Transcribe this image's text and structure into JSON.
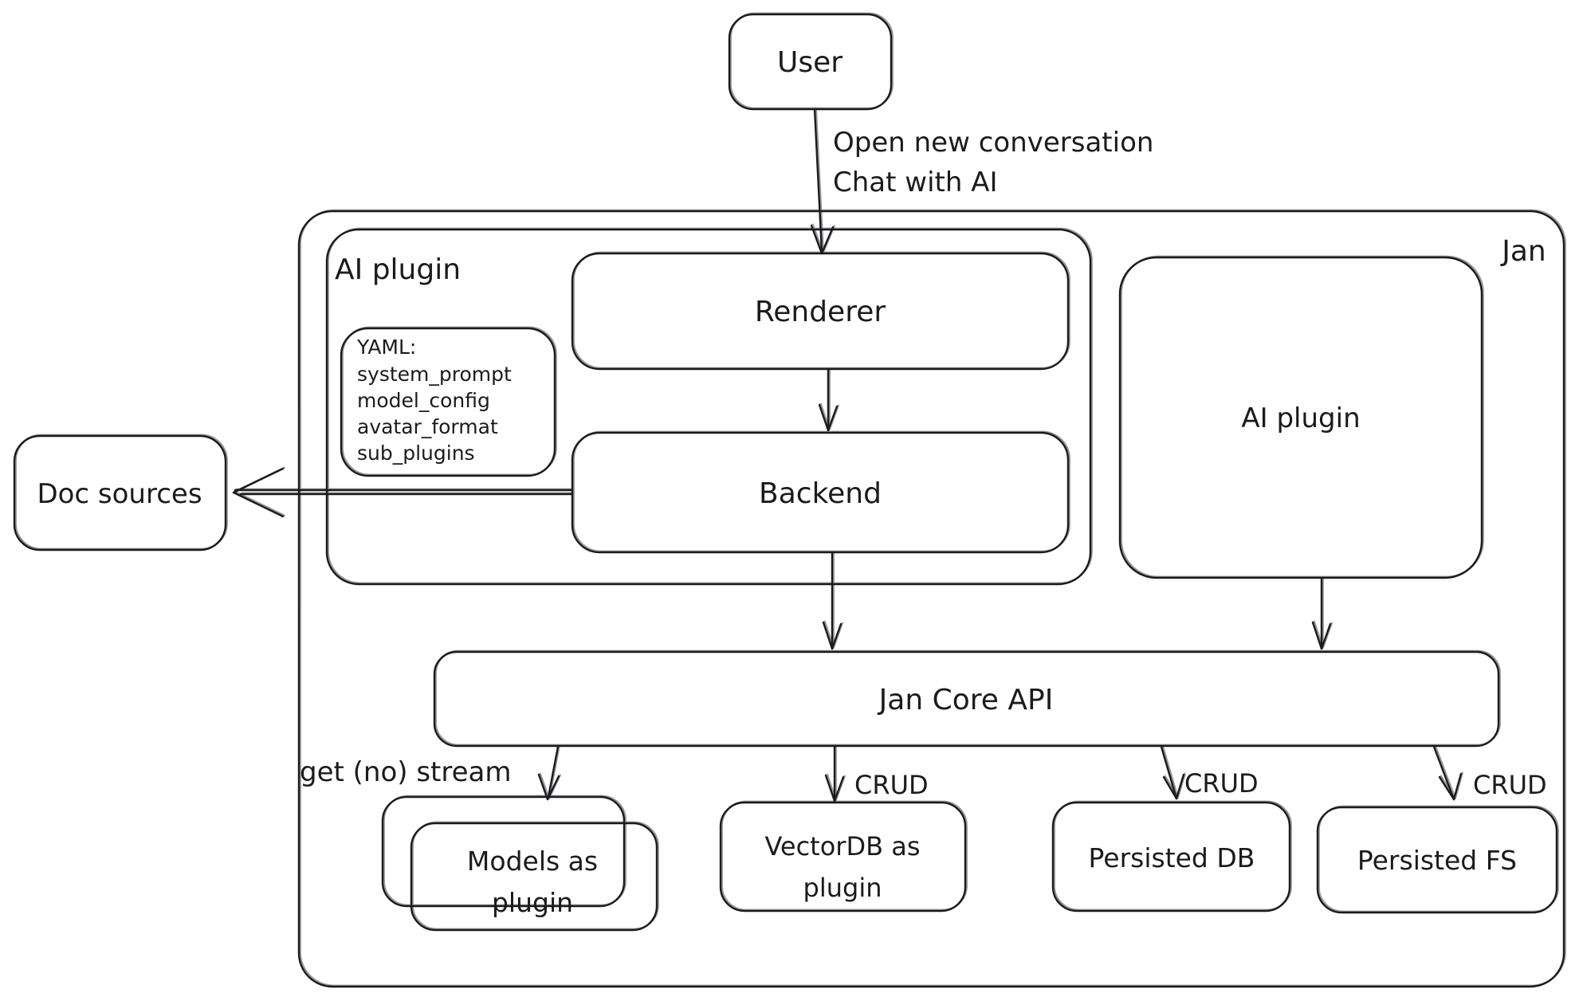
{
  "diagram": {
    "type": "architecture-sketch",
    "colors": {
      "ink": "#1b1b1f",
      "background": "#ffffff"
    },
    "nodes": {
      "user": {
        "label": "User"
      },
      "jan": {
        "label": "Jan"
      },
      "ai_plugin_left": {
        "label": "AI plugin"
      },
      "yaml_note": {
        "lines": [
          "YAML:",
          "system_prompt",
          "model_config",
          "avatar_format",
          "sub_plugins"
        ]
      },
      "renderer": {
        "label": "Renderer"
      },
      "backend": {
        "label": "Backend"
      },
      "ai_plugin_right": {
        "label": "AI plugin"
      },
      "doc_sources": {
        "label": "Doc sources"
      },
      "jan_core_api": {
        "label": "Jan Core API"
      },
      "models_plugin": {
        "label_line1": "Models as",
        "label_line2": "plugin"
      },
      "vectordb_plugin": {
        "label_line1": "VectorDB as",
        "label_line2": "plugin"
      },
      "persisted_db": {
        "label": "Persisted DB"
      },
      "persisted_fs": {
        "label": "Persisted FS"
      }
    },
    "edges": {
      "user_to_renderer": {
        "label_line1": "Open new conversation",
        "label_line2": "Chat with AI"
      },
      "jan_core_to_models": {
        "label": "get (no) stream"
      },
      "jan_core_to_vectordb": {
        "label": "CRUD"
      },
      "jan_core_to_persisted_db": {
        "label": "CRUD"
      },
      "jan_core_to_persisted_fs": {
        "label": "CRUD"
      }
    }
  }
}
